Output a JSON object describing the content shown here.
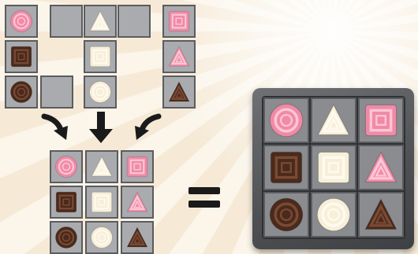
{
  "puzzle": {
    "pieces": [
      {
        "name": "piece-left-column",
        "cells": [
          [
            "pink",
            "circle"
          ],
          [
            "dark",
            "square"
          ],
          [
            "dark",
            "circle"
          ],
          [
            "empty",
            ""
          ]
        ]
      },
      {
        "name": "piece-middle",
        "cells": [
          [
            "empty",
            ""
          ],
          [
            "white",
            "triangle"
          ],
          [
            "empty",
            ""
          ],
          [
            "white",
            "square"
          ],
          [
            "white",
            "circle"
          ]
        ]
      },
      {
        "name": "piece-right-column",
        "cells": [
          [
            "pink",
            "square"
          ],
          [
            "pink",
            "triangle"
          ],
          [
            "dark",
            "triangle"
          ]
        ]
      }
    ],
    "result_grid": [
      [
        [
          "pink",
          "circle"
        ],
        [
          "white",
          "triangle"
        ],
        [
          "pink",
          "square"
        ]
      ],
      [
        [
          "dark",
          "square"
        ],
        [
          "white",
          "square"
        ],
        [
          "pink",
          "triangle"
        ]
      ],
      [
        [
          "dark",
          "circle"
        ],
        [
          "white",
          "circle"
        ],
        [
          "dark",
          "triangle"
        ]
      ]
    ],
    "operator": "=",
    "colors": {
      "pink": "#f08aa7",
      "pink_light": "#fbc6d4",
      "white": "#f7efd8",
      "white_light": "#fffaf0",
      "dark": "#4a2a1c",
      "dark_light": "#7a4a33",
      "tile": "#a9abae",
      "tile_border": "#5a5c5f",
      "arrow": "#1a1a1a"
    }
  }
}
